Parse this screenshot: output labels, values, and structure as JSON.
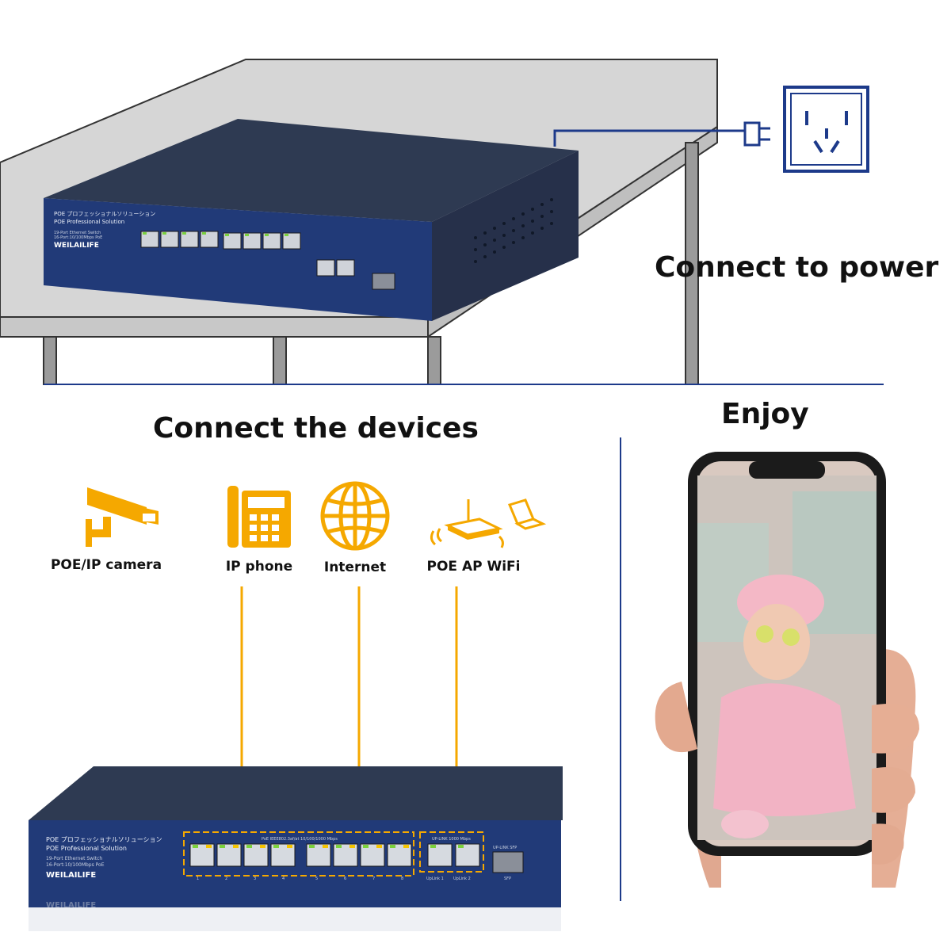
{
  "headings": {
    "power": "Connect to power",
    "devices": "Connect the devices",
    "enjoy": "Enjoy"
  },
  "devices": [
    {
      "label": "POE/IP camera",
      "icon": "security-camera-icon"
    },
    {
      "label": "IP phone",
      "icon": "desk-phone-icon"
    },
    {
      "label": "Internet",
      "icon": "globe-icon"
    },
    {
      "label": "POE AP WiFi",
      "icon": "wifi-router-icon"
    }
  ],
  "switch": {
    "line1": "POE プロフェッショナルソリューション",
    "line2": "POE Professional Solution",
    "line3": "19-Port Ethernet Switch",
    "line4": "16-Port:10/100Mbps PoE",
    "brand": "WEILAILIFE",
    "port_header": "PoE IEEE802.3af/at 10/100/1000 Mbps",
    "uplink_header": "UP-LINK 1000 Mbps",
    "sfp_header": "UP-LINK SFP",
    "uplink1": "UpLink 1",
    "uplink2": "UpLink 2",
    "sfp": "SFP",
    "port_numbers": [
      "1",
      "2",
      "3",
      "4",
      "5",
      "6",
      "7",
      "8"
    ]
  },
  "colors": {
    "accent_orange": "#f5a800",
    "navy": "#1d3a8a",
    "switch_body": "#27334d",
    "table": "#d6d6d6"
  }
}
